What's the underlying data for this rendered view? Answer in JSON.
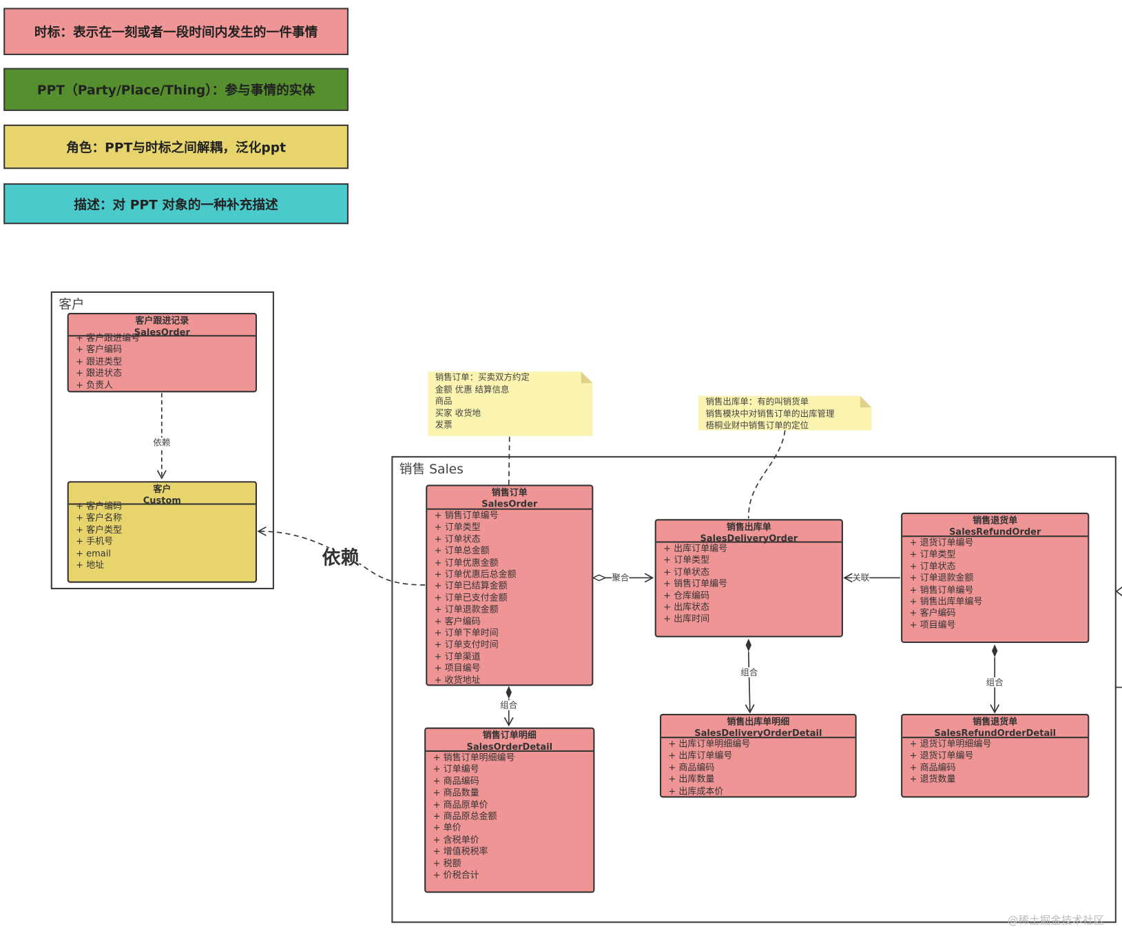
{
  "legend": [
    {
      "text": "时标：表示在一刻或者一段时间内发生的一件事情",
      "color": "#f09595"
    },
    {
      "text": "PPT（Party/Place/Thing）：参与事情的实体",
      "color": "#56902e"
    },
    {
      "text": "角色：PPT与时标之间解耦，泛化ppt",
      "color": "#e8d46c"
    },
    {
      "text": "描述：对 PPT 对象的一种补充描述",
      "color": "#4bcacb"
    }
  ],
  "customer_frame": {
    "label": "客户"
  },
  "sales_frame": {
    "label": "销售 Sales"
  },
  "classes": {
    "follow": {
      "cn": "客户跟进记录",
      "en": "SalesOrder",
      "attrs": [
        "+ 客户跟进编号",
        "+ 客户编码",
        "+ 跟进类型",
        "+ 跟进状态",
        "+ 负责人"
      ]
    },
    "custom": {
      "cn": "客户",
      "en": "Custom",
      "attrs": [
        "+ 客户编码",
        "+ 客户名称",
        "+ 客户类型",
        "+ 手机号",
        "+ email",
        "+ 地址"
      ]
    },
    "order": {
      "cn": "销售订单",
      "en": "SalesOrder",
      "attrs": [
        "+ 销售订单编号",
        "+ 订单类型",
        "+ 订单状态",
        "+ 订单总金额",
        "+ 订单优惠金额",
        "+ 订单优惠后总金额",
        "+ 订单已结算金额",
        "+ 订单已支付金额",
        "+ 订单退款金额",
        "+ 客户编码",
        "+ 订单下单时间",
        "+ 订单支付时间",
        "+ 订单渠道",
        "+ 项目编号",
        "+ 收货地址"
      ]
    },
    "delivery": {
      "cn": "销售出库单",
      "en": "SalesDeliveryOrder",
      "attrs": [
        "+ 出库订单编号",
        "+ 订单类型",
        "+ 订单状态",
        "+ 销售订单编号",
        "+ 仓库编码",
        "+ 出库状态",
        "+ 出库时间"
      ]
    },
    "refund": {
      "cn": "销售退货单",
      "en": "SalesRefundOrder",
      "attrs": [
        "+ 退货订单编号",
        "+ 订单类型",
        "+ 订单状态",
        "+ 订单退款金额",
        "+ 销售订单编号",
        "+ 销售出库单编号",
        "+ 客户编码",
        "+ 项目编号"
      ]
    },
    "order_detail": {
      "cn": "销售订单明细",
      "en": "SalesOrderDetail",
      "attrs": [
        "+ 销售订单明细编号",
        "+ 订单编号",
        "+ 商品编码",
        "+ 商品数量",
        "+ 商品原单价",
        "+ 商品原总金额",
        "+ 单价",
        "+ 含税单价",
        "+ 增值税税率",
        "+ 税额",
        "+ 价税合计"
      ]
    },
    "delivery_detail": {
      "cn": "销售出库单明细",
      "en": "SalesDeliveryOrderDetail",
      "attrs": [
        "+ 出库订单明细编号",
        "+ 出库订单编号",
        "+ 商品编码",
        "+ 出库数量",
        "+ 出库成本价"
      ]
    },
    "refund_detail": {
      "cn": "销售退货单",
      "en": "SalesRefundOrderDetail",
      "attrs": [
        "+ 退货订单明细编号",
        "+ 退货订单编号",
        "+ 商品编码",
        "+ 退货数量"
      ]
    }
  },
  "notes": {
    "order": [
      "销售订单：买卖双方约定",
      "金额 优惠 结算信息",
      "商品",
      "买家 收货地",
      "发票"
    ],
    "delivery": [
      "销售出库单：有的叫销货单",
      "销售模块中对销售订单的出库管理",
      "梧桐业财中销售订单的定位"
    ]
  },
  "relations": {
    "dependency_small": "依赖",
    "dependency_big": "依赖",
    "aggregation": "聚合",
    "association": "关联",
    "composition_order": "组合",
    "composition_delivery": "组合",
    "composition_refund": "组合"
  },
  "watermark": "@稀土掘金技术社区"
}
